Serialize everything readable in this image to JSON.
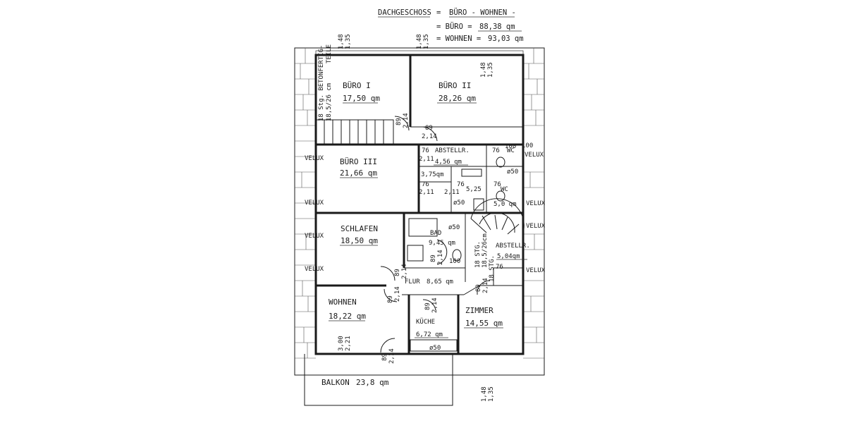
{
  "header": {
    "line1_left": "DACHGESCHOSS",
    "line1_eq": "=",
    "line1_right": "BÜRO - WOHNEN -",
    "buero_label": "= BÜRO =",
    "buero_value": "88,38 qm",
    "wohnen_label": "= WOHNEN =",
    "wohnen_value": "93,03 qm"
  },
  "stair_note": {
    "line1": "18 Stg. BETONFERTIG-",
    "line2": "TEILE",
    "line3": "18,5/26 cm"
  },
  "rooms": {
    "buero1": {
      "name": "BÜRO I",
      "area": "17,50 qm"
    },
    "buero2": {
      "name": "BÜRO  II",
      "area": "28,26 qm"
    },
    "buero3": {
      "name": "BÜRO III",
      "area": "21,66 qm"
    },
    "abstell1": {
      "name": "ABSTELLR.",
      "area": "4,56 qm"
    },
    "wc1": {
      "name": "WC",
      "area": "3,75qm"
    },
    "wc2": {
      "name": "WC",
      "area": "5,25"
    },
    "wc3": {
      "area": "5,0 qm"
    },
    "schlafen": {
      "name": "SCHLAFEN",
      "area": "18,50 qm"
    },
    "bad": {
      "name": "BAD",
      "area": "9,45 qm"
    },
    "abstell2": {
      "name": "ABSTELLR.",
      "area": "5,04qm"
    },
    "flur": {
      "name": "FLUR",
      "area": "8,65 qm"
    },
    "wohnen": {
      "name": "WOHNEN",
      "area": "18,22 qm"
    },
    "kueche": {
      "name": "KÜCHE",
      "area": "6,72 qm"
    },
    "zimmer": {
      "name": "ZIMMER",
      "area": "14,55 qm"
    },
    "balkon": {
      "name": "BALKON",
      "area": "23,8 qm"
    }
  },
  "velux": "VELUX",
  "dims": {
    "d148": "1,48",
    "d135": "1,35",
    "d89": "89",
    "d214": "2,14",
    "d76": "76",
    "d211": "2,11",
    "d300": "3,00",
    "d221": "2,21",
    "d100": "100",
    "d50": "ø50",
    "d90": "90",
    "stg": "18 STG.",
    "stg2": "18,5/26cm"
  }
}
